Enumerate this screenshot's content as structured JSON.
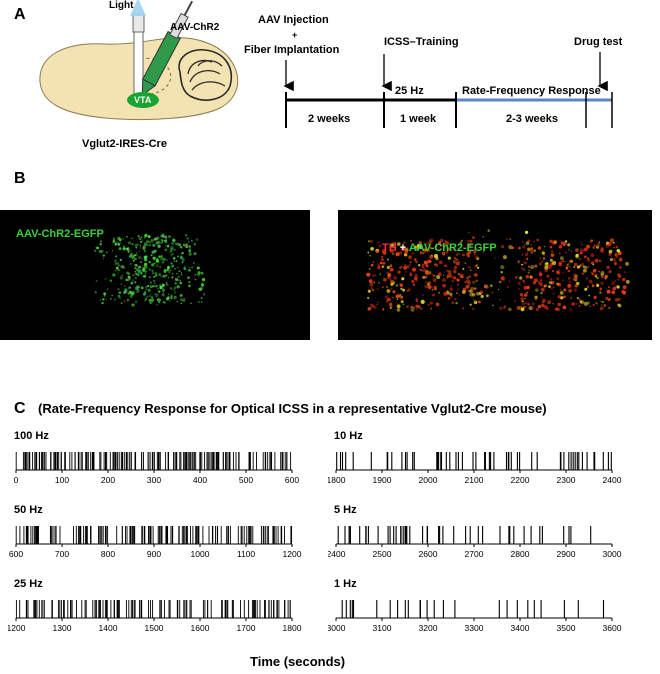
{
  "panel_labels": {
    "a": "A",
    "b": "B",
    "c": "C"
  },
  "panel_a": {
    "light_label": "Light",
    "virus_label": "AAV-ChR2",
    "region_label": "VTA",
    "mouse_line": "Vglut2-IRES-Cre",
    "timeline": {
      "event_injection_line1": "AAV Injection",
      "event_injection_plus": "+",
      "event_injection_line2": "Fiber Implantation",
      "event_training": "ICSS–Training",
      "event_drug": "Drug test",
      "freq_label": "25 Hz",
      "phase_label": "Rate-Frequency Response",
      "dur_1": "2 weeks",
      "dur_2": "1 week",
      "dur_3": "2-3 weeks"
    }
  },
  "panel_b": {
    "left_label": "AAV-ChR2-EGFP",
    "right_label_red": "TH",
    "right_label_plus": " + ",
    "right_label_green": "AAV-ChR2-EGFP",
    "colors": {
      "green": "#3ad13a",
      "red": "#ff3030"
    }
  },
  "panel_c": {
    "title": "(Rate-Frequency Response for Optical ICSS in a representative Vglut2-Cre mouse)",
    "xlabel": "Time (seconds)"
  },
  "chart_data": [
    {
      "type": "scatter",
      "title": "100 Hz",
      "xlim": [
        0,
        600
      ],
      "xticks": [
        0,
        100,
        200,
        300,
        400,
        500,
        600
      ],
      "density": 0.62,
      "seed": 11
    },
    {
      "type": "scatter",
      "title": "50 Hz",
      "xlim": [
        600,
        1200
      ],
      "xticks": [
        600,
        700,
        800,
        900,
        1000,
        1100,
        1200
      ],
      "density": 0.55,
      "seed": 23
    },
    {
      "type": "scatter",
      "title": "25 Hz",
      "xlim": [
        1200,
        1800
      ],
      "xticks": [
        1200,
        1300,
        1400,
        1500,
        1600,
        1700,
        1800
      ],
      "density": 0.45,
      "seed": 37
    },
    {
      "type": "scatter",
      "title": "10 Hz",
      "xlim": [
        1800,
        2400
      ],
      "xticks": [
        1800,
        1900,
        2000,
        2100,
        2200,
        2300,
        2400
      ],
      "density": 0.2,
      "seed": 41
    },
    {
      "type": "scatter",
      "title": "5 Hz",
      "xlim": [
        2400,
        3000
      ],
      "xticks": [
        2400,
        2500,
        2600,
        2700,
        2800,
        2900,
        3000
      ],
      "density": 0.16,
      "seed": 53
    },
    {
      "type": "scatter",
      "title": "1 Hz",
      "xlim": [
        3000,
        3600
      ],
      "xticks": [
        3000,
        3100,
        3200,
        3300,
        3400,
        3500,
        3600
      ],
      "density": 0.09,
      "seed": 67
    }
  ]
}
